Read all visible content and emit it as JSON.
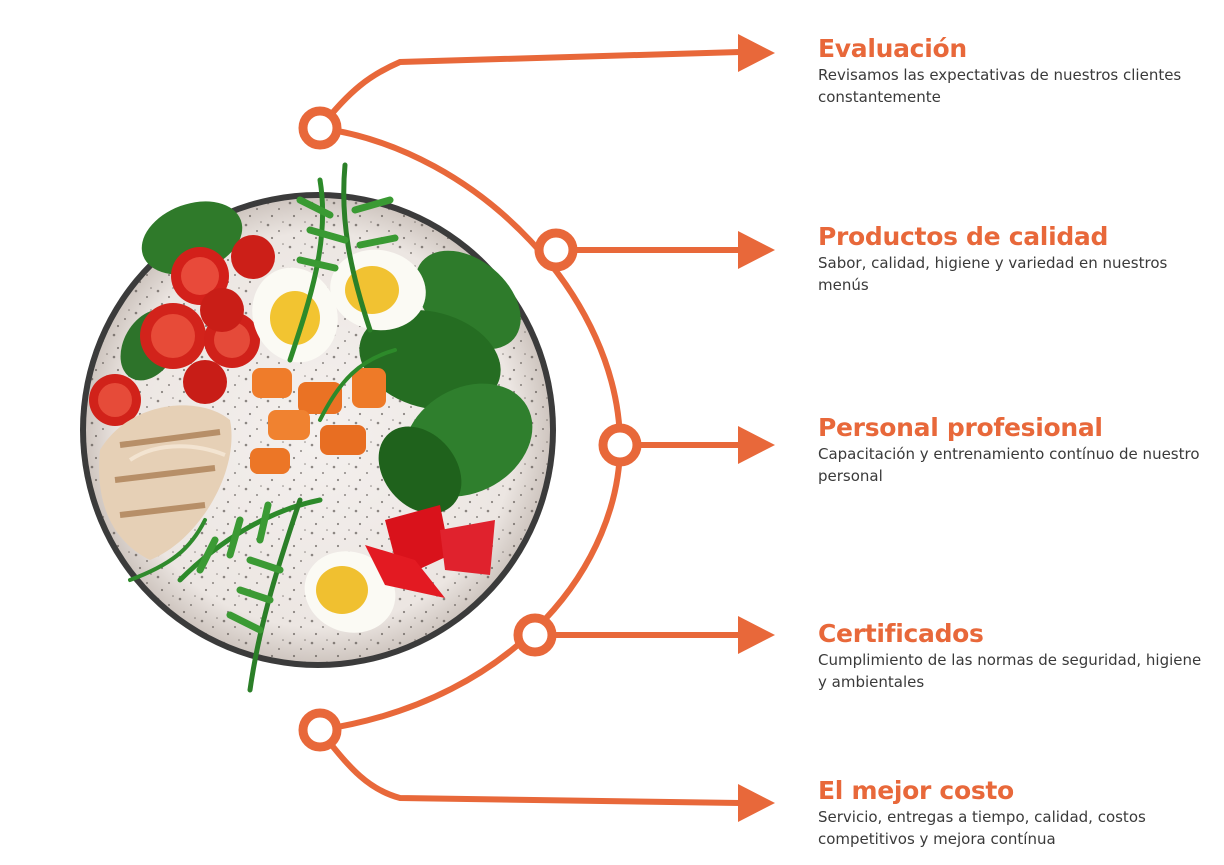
{
  "colors": {
    "accent": "#e8683a",
    "text": "#3a3a3a",
    "background": "#ffffff"
  },
  "items": [
    {
      "title": "Evaluación",
      "description": "Revisamos las expectativas de nuestros clientes constantemente"
    },
    {
      "title": "Productos de calidad",
      "description": "Sabor, calidad, higiene y variedad en nuestros menús"
    },
    {
      "title": "Personal profesional",
      "description": "Capacitación y entrenamiento contínuo de nuestro personal"
    },
    {
      "title": "Certificados",
      "description": "Cumplimiento de las normas de seguridad, higiene y ambientales"
    },
    {
      "title": "El mejor costo",
      "description": "Servicio, entregas a tiempo, calidad, costos competitivos y mejora contínua"
    }
  ]
}
